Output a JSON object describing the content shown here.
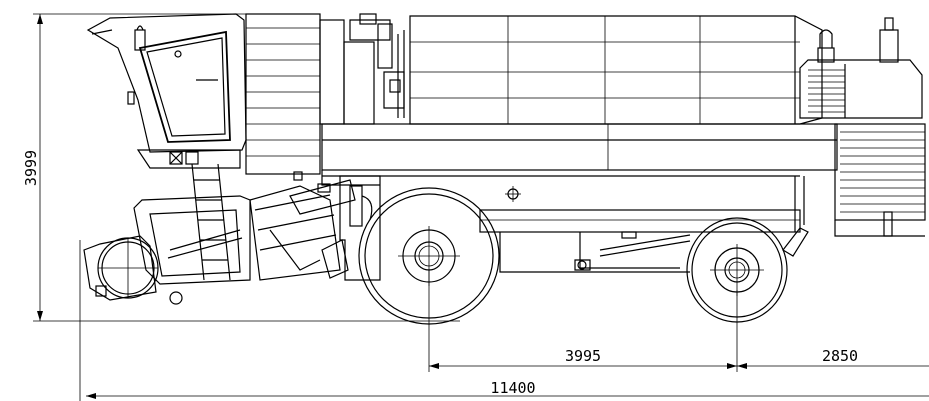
{
  "dimensions": {
    "height": "3999",
    "wheelbase": "3995",
    "rear_overhang": "2850",
    "total_length": "11400"
  }
}
